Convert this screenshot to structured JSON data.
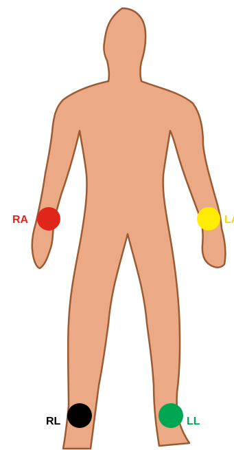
{
  "colors": {
    "skin": "#EBA986",
    "outline": "#9A5A32",
    "background": "#FFFFFF"
  },
  "electrodes": [
    {
      "id": "ra",
      "label": "RA",
      "color": "#E0261B",
      "label_color": "#E0261B"
    },
    {
      "id": "la",
      "label": "LA",
      "color": "#FFEC00",
      "label_color": "#F5D800"
    },
    {
      "id": "rl",
      "label": "RL",
      "color": "#000000",
      "label_color": "#000000"
    },
    {
      "id": "ll",
      "label": "LL",
      "color": "#00A651",
      "label_color": "#00A651"
    }
  ]
}
